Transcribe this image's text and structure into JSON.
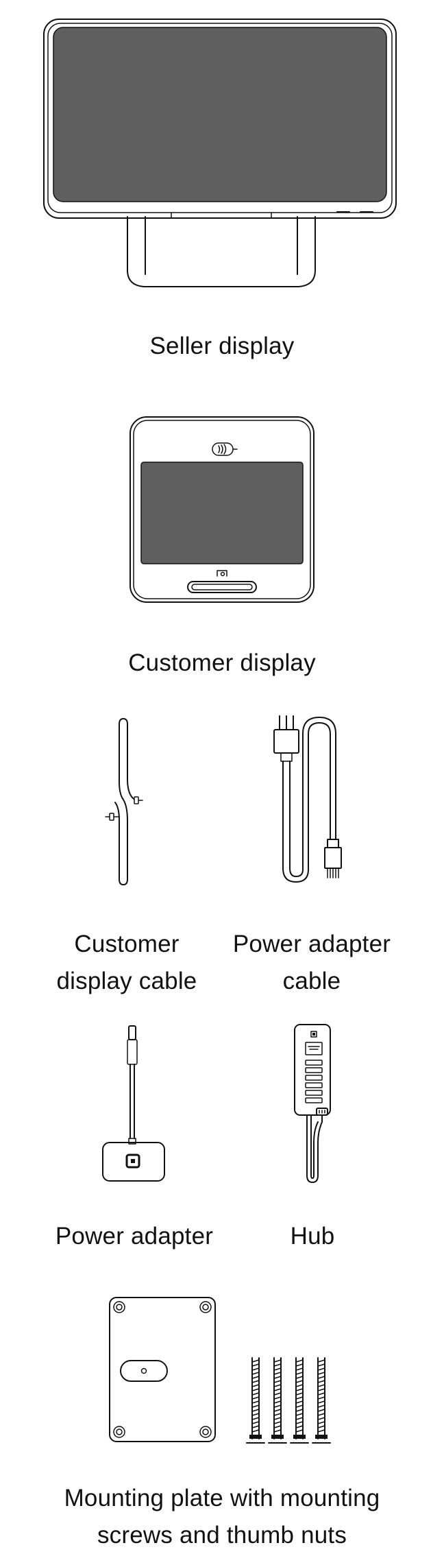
{
  "items": {
    "seller_display": {
      "caption": "Seller display",
      "icon": "seller-display-illustration"
    },
    "customer_display": {
      "caption": "Customer display",
      "icon": "customer-display-illustration"
    },
    "customer_display_cable": {
      "caption_line1": "Customer",
      "caption_line2": "display cable",
      "icon": "customer-display-cable-illustration"
    },
    "power_adapter_cable": {
      "caption_line1": "Power adapter",
      "caption_line2": "cable",
      "icon": "power-adapter-cable-illustration"
    },
    "power_adapter": {
      "caption": "Power adapter",
      "icon": "power-adapter-illustration"
    },
    "hub": {
      "caption": "Hub",
      "icon": "hub-illustration"
    },
    "mounting_plate": {
      "caption_line1": "Mounting plate with mounting",
      "caption_line2": "screws and thumb nuts",
      "icon": "mounting-plate-illustration"
    }
  },
  "colors": {
    "screen": "#5f5f5f",
    "line": "#111111",
    "background": "#ffffff"
  }
}
